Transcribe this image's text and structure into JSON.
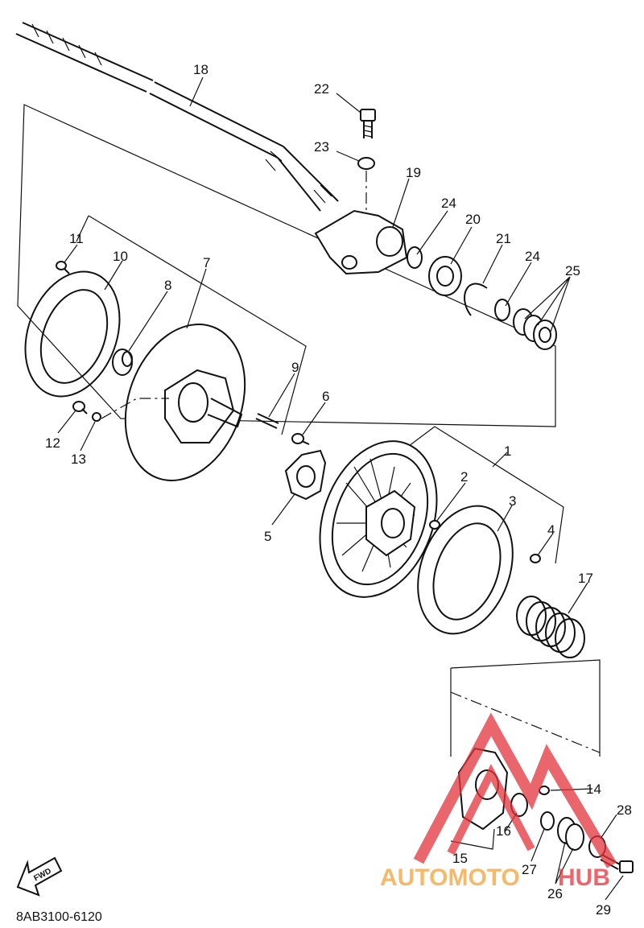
{
  "diagram_code": "8AB3100-6120",
  "fwd_label": "FWD",
  "watermark": {
    "part1": "AUTOMOTO",
    "part2": "HUB",
    "color1": "#f2a23a",
    "color2": "#e2353b"
  },
  "callouts": [
    "1",
    "2",
    "3",
    "4",
    "5",
    "6",
    "7",
    "8",
    "9",
    "10",
    "11",
    "12",
    "13",
    "14",
    "15",
    "16",
    "17",
    "18",
    "19",
    "20",
    "21",
    "22",
    "23",
    "24",
    "24",
    "25",
    "26",
    "27",
    "28",
    "29"
  ]
}
